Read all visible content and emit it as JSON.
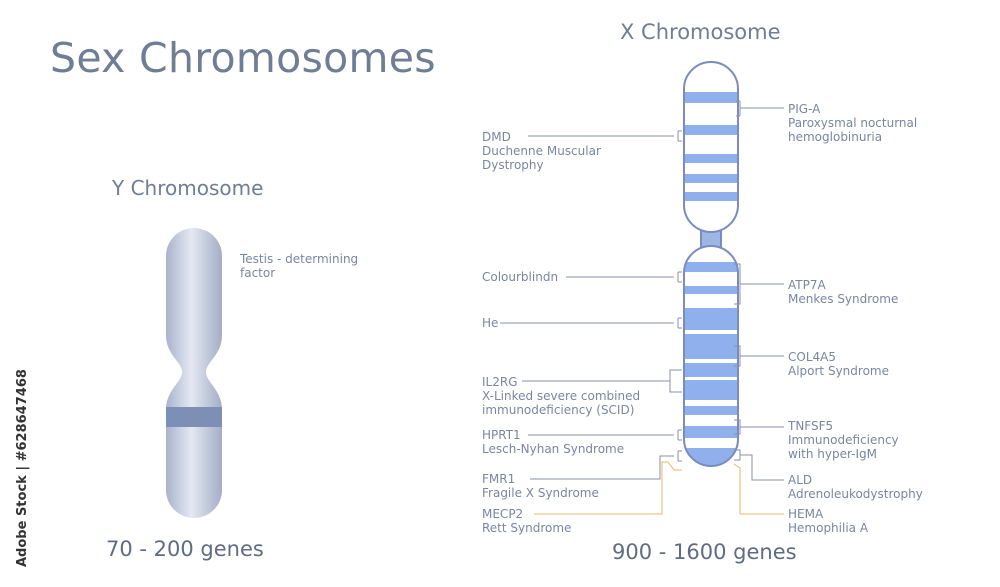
{
  "title": "Sex Chromosomes",
  "y_chromosome": {
    "title": "Y Chromosome",
    "label": "Testis - determining\nfactor",
    "genes": "70 - 200 genes"
  },
  "x_chromosome": {
    "title": "X Chromosome",
    "genes": "900 - 1600 genes",
    "left_labels": [
      {
        "text": "DMD\nDuchenne Muscular\nDystrophy",
        "highlight": false
      },
      {
        "text": "Colourblindn",
        "highlight": false
      },
      {
        "text": "He",
        "highlight": false
      },
      {
        "text": "IL2RG\nX-Linked severe combined\nimmunodeficiency (SCID)",
        "highlight": false
      },
      {
        "text": "HPRT1\nLesch-Nyhan Syndrome",
        "highlight": false
      },
      {
        "text": "FMR1\nFragile X Syndrome",
        "highlight": false
      },
      {
        "text": "MECP2\nRett Syndrome",
        "highlight": true
      }
    ],
    "right_labels": [
      {
        "text": "PIG-A\nParoxysmal nocturnal\nhemoglobinuria",
        "highlight": false
      },
      {
        "text": "ATP7A\nMenkes Syndrome",
        "highlight": false
      },
      {
        "text": "COL4A5\nAlport Syndrome",
        "highlight": false
      },
      {
        "text": "TNFSF5\nImmunodeficiency\nwith hyper-IgM",
        "highlight": false
      },
      {
        "text": "ALD\nAdrenoleukodystrophy",
        "highlight": false
      },
      {
        "text": "HEMA\nHemophilia A",
        "highlight": true
      }
    ]
  },
  "watermark": "Adobe Stock | #628647468",
  "colors": {
    "text": "#6f7d95",
    "band": "#8fb0ec",
    "outline": "#7a8cbf",
    "leader": "#8a92a6",
    "highlight_leader": "#e7b768"
  }
}
